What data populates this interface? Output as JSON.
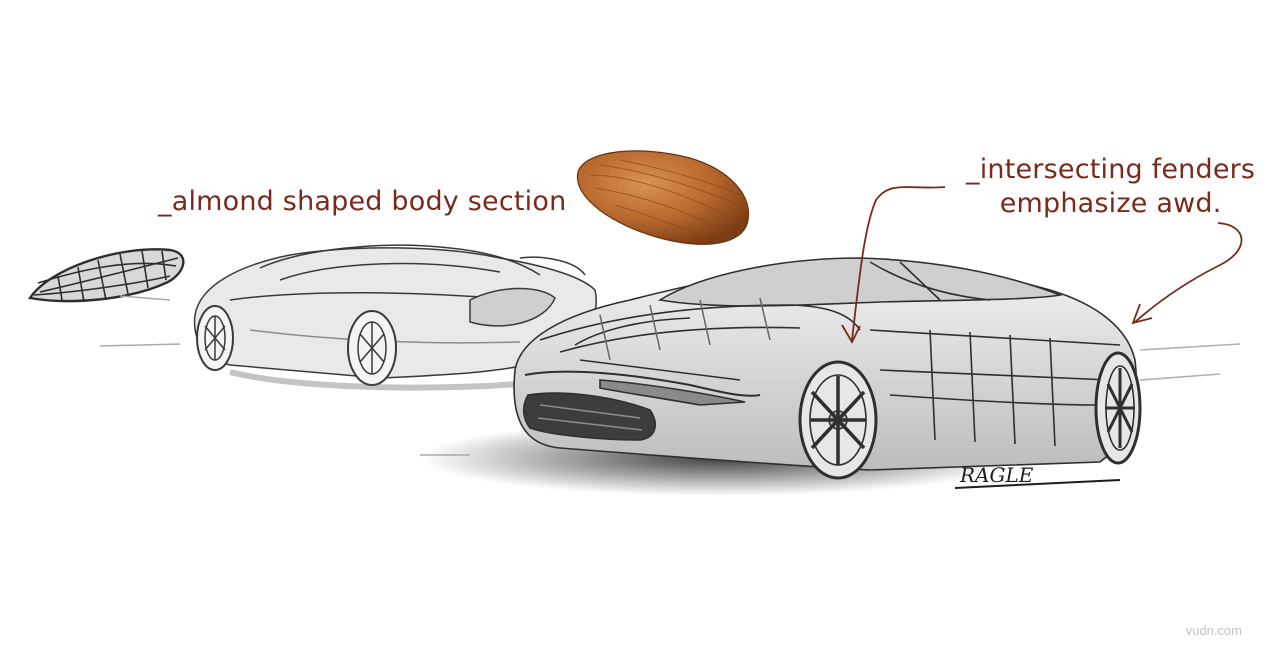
{
  "annotations": {
    "almond": "_almond shaped body section",
    "fenders_line1": "_intersecting fenders",
    "fenders_line2": "emphasize awd."
  },
  "signature": "RAGLE",
  "watermark": "vudn.com",
  "colors": {
    "annotation_text": "#7a2a1c",
    "arrow": "#7a2a1c",
    "pencil": "#3a3a3a",
    "almond": "#b8692e",
    "watermark": "#c4c4c4"
  }
}
